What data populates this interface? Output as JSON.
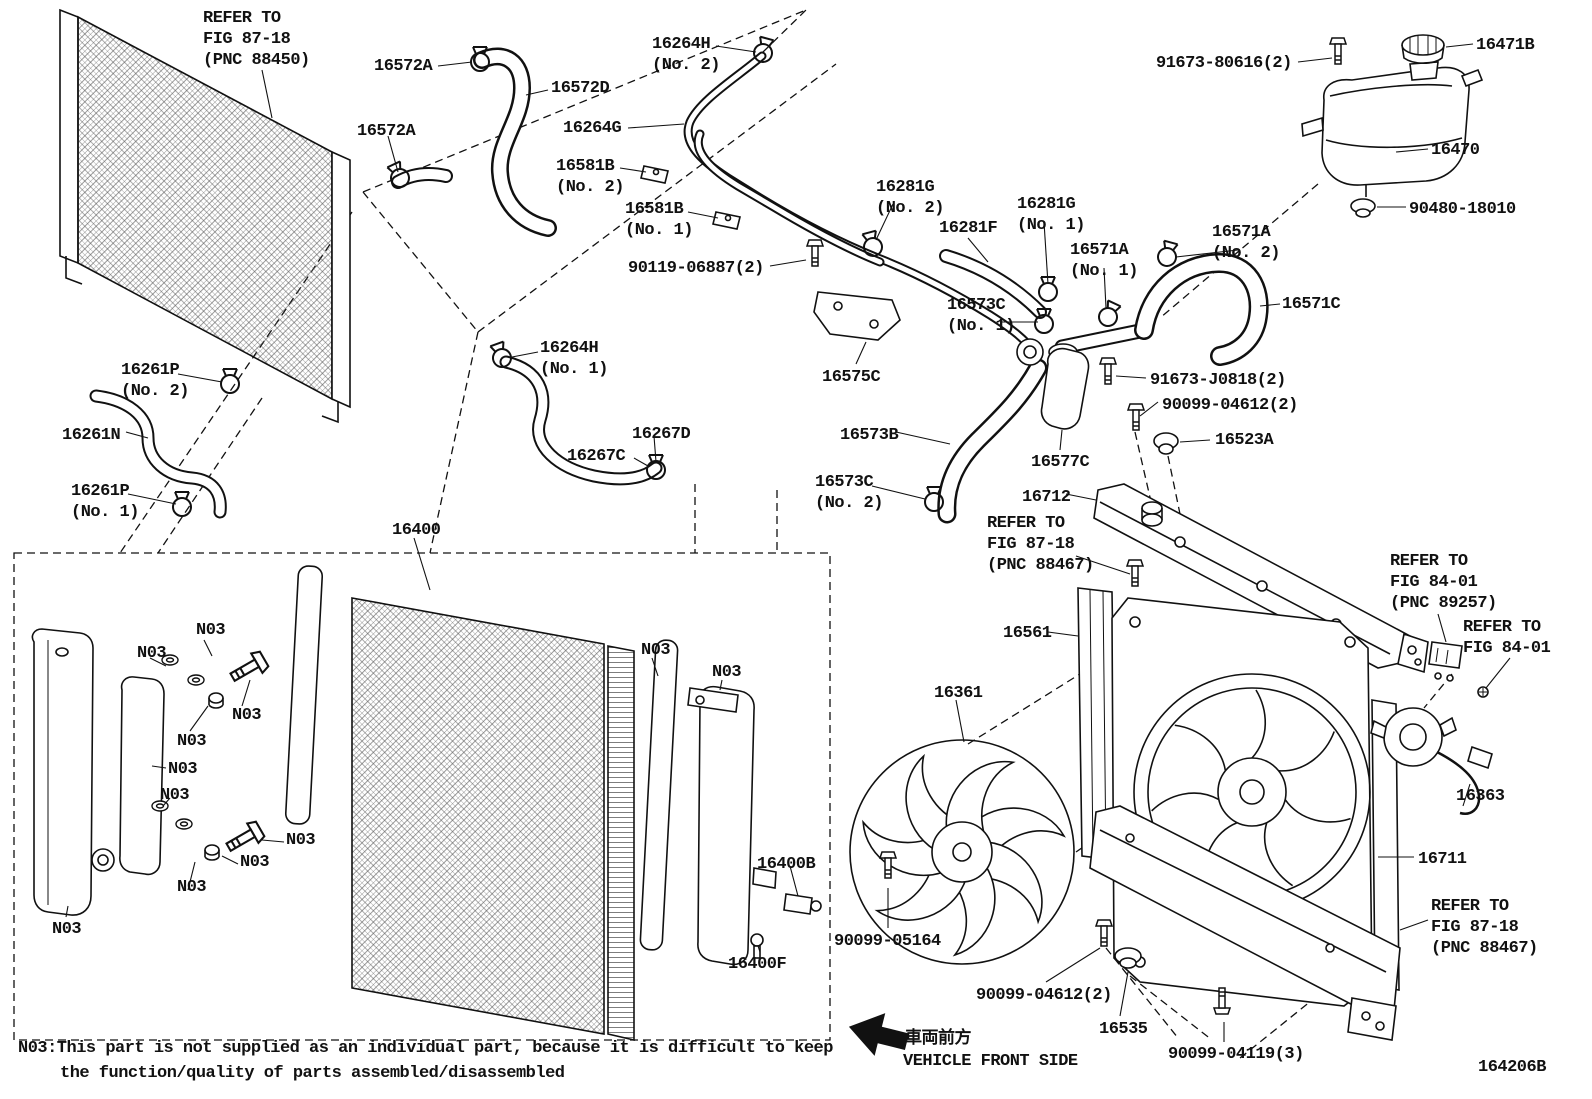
{
  "doc": {
    "code": "164206B",
    "note1": "N03:This part is not supplied as an individual part, because it is difficult to keep",
    "note2": "the function/quality of parts assembled/disassembled",
    "front_jp": "車両前方",
    "front_en": "VEHICLE FRONT SIDE"
  },
  "labels": {
    "refer_88450": "REFER TO\nFIG 87-18\n(PNC 88450)",
    "s16572a_1": "16572A",
    "s16572d": "16572D",
    "s16572a_2": "16572A",
    "s16264h_2": "16264H\n(No. 2)",
    "s16264g": "16264G",
    "s16581b_2": "16581B\n(No. 2)",
    "s16581b_1": "16581B\n(No. 1)",
    "s16281g_2": "16281G\n(No. 2)",
    "s16281f": "16281F",
    "s16281g_1": "16281G\n(No. 1)",
    "s91673_80616": "91673-80616(2)",
    "s16471b": "16471B",
    "s16470": "16470",
    "s90480_18010": "90480-18010",
    "s16571a_2": "16571A\n(No. 2)",
    "s16571a_1": "16571A\n(No. 1)",
    "s16571c": "16571C",
    "s90119_06887": "90119-06887(2)",
    "s16573c_1": "16573C\n(No. 1)",
    "s16575c": "16575C",
    "s16264h_1": "16264H\n(No. 1)",
    "s16267d": "16267D",
    "s16267c": "16267C",
    "s16261p_2": "16261P\n(No. 2)",
    "s16261n": "16261N",
    "s16261p_1": "16261P\n(No. 1)",
    "s16573b": "16573B",
    "s16573c_2": "16573C\n(No. 2)",
    "s16577c": "16577C",
    "s91673_j0818": "91673-J0818(2)",
    "s90099_04612_a": "90099-04612(2)",
    "s16523a": "16523A",
    "s16712": "16712",
    "refer_88467_a": "REFER TO\nFIG 87-18\n(PNC 88467)",
    "s16400": "16400",
    "s16561": "16561",
    "refer_89257": "REFER TO\nFIG 84-01\n(PNC 89257)",
    "refer_8401": "REFER TO\nFIG 84-01",
    "s16361": "16361",
    "n03": "N03",
    "s16400b": "16400B",
    "s16400f": "16400F",
    "s90099_05164": "90099-05164",
    "s90099_04612_b": "90099-04612(2)",
    "s16535": "16535",
    "s90099_04119": "90099-04119(3)",
    "s16711": "16711",
    "s16363": "16363",
    "refer_88467_b": "REFER TO\nFIG 87-18\n(PNC 88467)"
  }
}
